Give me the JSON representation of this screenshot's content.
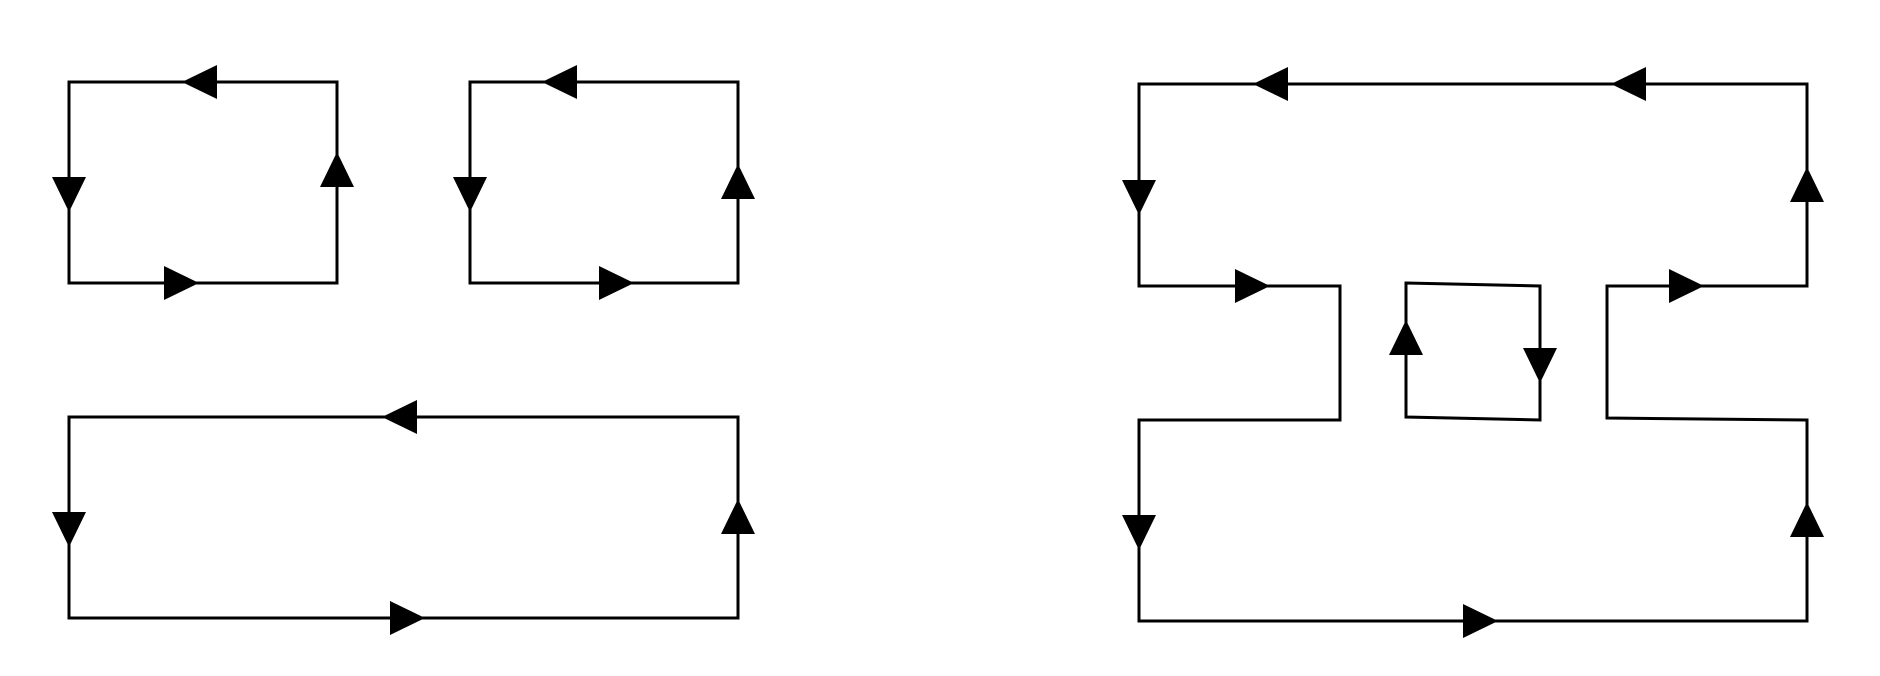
{
  "diagram": {
    "description_in_image": "",
    "colors": {
      "line": "#000000",
      "background": "#ffffff"
    },
    "loops": [
      {
        "id": "loop-small-left",
        "orientation": "counter-clockwise",
        "arrows": [
          "top-pointing-left",
          "left-pointing-down",
          "bottom-pointing-right",
          "right-pointing-up"
        ]
      },
      {
        "id": "loop-small-right",
        "orientation": "counter-clockwise",
        "arrows": [
          "top-pointing-left",
          "left-pointing-down",
          "bottom-pointing-right",
          "right-pointing-up"
        ]
      },
      {
        "id": "loop-wide-bottom",
        "orientation": "counter-clockwise",
        "arrows": [
          "top-pointing-left",
          "left-pointing-down",
          "bottom-pointing-right",
          "right-pointing-up"
        ]
      },
      {
        "id": "loop-outer-composite",
        "orientation": "counter-clockwise",
        "arrows": [
          "top-pointing-left",
          "top-pointing-left",
          "left-pointing-down",
          "middle-left-pointing-right",
          "lower-left-pointing-down",
          "bottom-pointing-right",
          "lower-right-pointing-up",
          "middle-right-pointing-right",
          "right-pointing-up"
        ]
      },
      {
        "id": "loop-inner-center",
        "orientation": "clockwise",
        "arrows": [
          "left-pointing-up",
          "right-pointing-down"
        ]
      }
    ]
  }
}
